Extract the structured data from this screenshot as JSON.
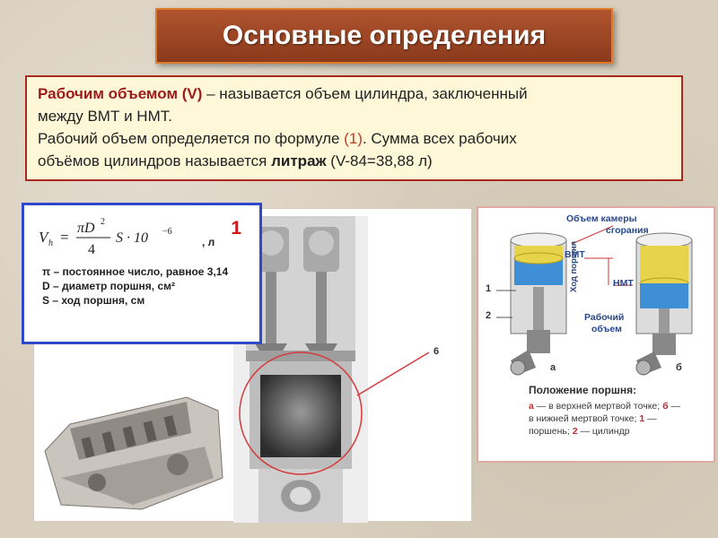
{
  "title": "Основные определения",
  "definition": {
    "term": "Рабочим объемом (V)",
    "line1_rest": " – называется объем цилиндра, заключенный",
    "line2": "между ВМТ и НМТ.",
    "line3_prefix": "Рабочий объем определяется по формуле ",
    "formula_ref": "(1)",
    "line3_suffix": ". Сумма всех рабочих",
    "line4_prefix": "объёмов цилиндров называется ",
    "keyword": "литраж",
    "line4_suffix": " (V-84=38,88 л)"
  },
  "formula": {
    "number": "1",
    "units": ", л",
    "lhs": "V",
    "lhs_sub": "h",
    "numerator": "πD",
    "numerator_exp": "2",
    "denominator": "4",
    "tail": "S · 10",
    "tail_exp": "−6",
    "legend": [
      "π – постоянное число, равное 3,14",
      "D – диаметр поршня, см²",
      "S – ход поршня, см"
    ]
  },
  "cutaway": {
    "callout": "6"
  },
  "piston_diagram": {
    "labels": {
      "chamber_line1": "Объем камеры",
      "chamber_line2": "сгорания",
      "tdc": "ВМТ",
      "bdc": "НМТ",
      "stroke": "Ход поршня",
      "work_line1": "Рабочий",
      "work_line2": "объем",
      "n1": "1",
      "n2": "2",
      "a": "а",
      "b": "б"
    },
    "caption_title": "Положение поршня:",
    "caption_text": [
      {
        "t": "а",
        "bold": true
      },
      {
        "t": " — в верхней мертвой точке; ",
        "bold": false
      },
      {
        "t": "б",
        "bold": true
      },
      {
        "t": " — в нижней мертвой точке; ",
        "bold": false
      },
      {
        "t": "1",
        "bold": true
      },
      {
        "t": " — поршень; ",
        "bold": false
      },
      {
        "t": "2",
        "bold": true
      },
      {
        "t": " — цилиндр",
        "bold": false
      }
    ]
  },
  "colors": {
    "title_bg": "#9c4422",
    "definition_bg": "#fff8d8",
    "definition_border": "#a82a1f",
    "formula_border": "#2f49c8",
    "accent_red": "#d0141c",
    "label_blue": "#28488c"
  }
}
